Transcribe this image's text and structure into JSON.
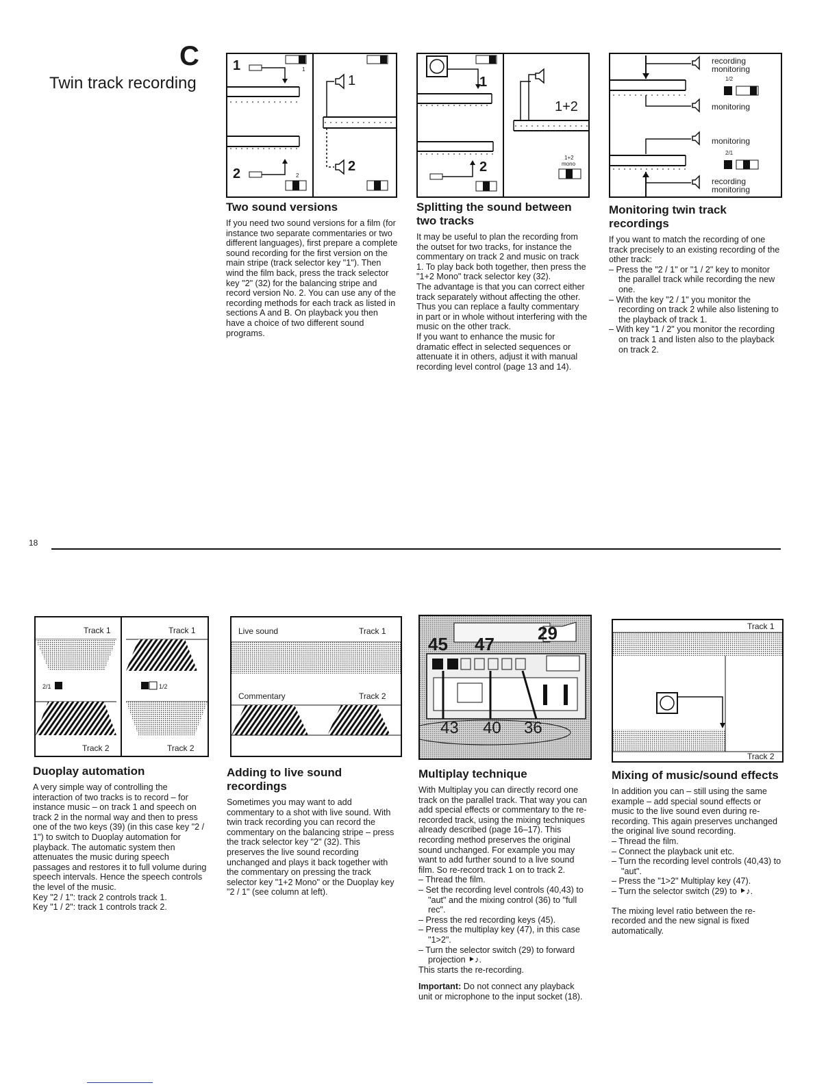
{
  "section": {
    "letter": "C",
    "title": "Twin track recording"
  },
  "page_number": "18",
  "figures": {
    "two_sound": {
      "label_1": "1",
      "label_2": "2",
      "spk_1": "1",
      "spk_2": "2",
      "key_1": "1",
      "key_2": "2"
    },
    "splitting": {
      "label_1": "1",
      "label_2": "2",
      "label_mix": "1+2",
      "mono_1": "1+2",
      "mono_2": "mono"
    },
    "monitoring": {
      "rec_mon_1": "recording",
      "rec_mon_2": "monitoring",
      "key_a": "1/2",
      "mon_a": "monitoring",
      "mon_b": "monitoring",
      "key_b": "2/1",
      "rec_mon_3": "recording",
      "rec_mon_4": "monitoring"
    },
    "duoplay": {
      "track1_a": "Track 1",
      "track1_b": "Track 1",
      "key_a": "2/1",
      "key_b": "1/2",
      "track2_a": "Track 2",
      "track2_b": "Track 2"
    },
    "live": {
      "live_label": "Live sound",
      "track1": "Track 1",
      "comm_label": "Commentary",
      "track2": "Track 2"
    },
    "multiplay": {
      "n45": "45",
      "n47": "47",
      "n29": "29",
      "n43": "43",
      "n40": "40",
      "n36": "36"
    },
    "mixing": {
      "track1": "Track 1",
      "track2": "Track 2"
    }
  },
  "top": {
    "col1": {
      "heading": "Two sound versions",
      "body": "If you need two sound versions for a film (for instance two separate commentaries or two different languages), first prepare a complete sound recording for the first version on the main stripe (track selector key \"1\"). Then wind the film back, press the track selector key \"2\" (32) for the balancing stripe and record version No. 2. You can use any of the recording methods for each track as listed in sections A and B. On playback you then have a choice of two different sound programs."
    },
    "col2": {
      "heading": "Splitting the sound between two tracks",
      "p1": "It may be useful to plan the recording from the outset for two tracks, for instance the commentary on track 2 and music on track 1. To play back both together, then press the \"1+2 Mono\" track selector key (32).",
      "p2": "The advantage is that you can correct either track separately without affecting the other. Thus you can replace a faulty commentary in part or in whole without interfering with the music on the other track.",
      "p3": "If you want to enhance the music for dramatic effect in selected sequences or attenuate it in others, adjust it with manual recording level control (page 13 and 14)."
    },
    "col3": {
      "heading": "Monitoring twin track recordings",
      "intro": "If you want to match the recording of one track precisely to an existing recording of the other track:",
      "items": [
        "Press the \"2 / 1\" or \"1 / 2\" key to monitor the parallel track while recording the new one.",
        "With the key \"2 / 1\" you monitor the recording on track 2 while also listening to the playback of track 1.",
        "With key \"1 / 2\" you monitor the recording on track 1 and listen also to the playback on track 2."
      ]
    }
  },
  "bottom": {
    "col1": {
      "heading": "Duoplay automation",
      "body": "A very simple way of controlling the interaction of two tracks is to record – for instance music – on track 1 and speech on track 2 in the normal way and then to press one of the two keys (39) (in this case key \"2 / 1\") to switch to Duoplay automation for playback. The automatic system then attenuates the music during speech passages and restores it to full volume during speech intervals. Hence the speech controls the level of the music.",
      "key_a": "Key \"2 / 1\": track 2 controls track 1.",
      "key_b": "Key \"1 / 2\": track 1 controls track 2."
    },
    "col2": {
      "heading": "Adding to live sound recordings",
      "body": "Sometimes you may want to add commentary to a shot with live sound. With twin track recording you can record the commentary on the balancing stripe – press the track selector key \"2\" (32). This preserves the live sound recording unchanged and plays it back together with the commentary on pressing the track selector key \"1+2 Mono\" or the Duoplay key \"2 / 1\" (see column at left)."
    },
    "col3": {
      "heading": "Multiplay technique",
      "body": "With Multiplay you can directly record one track on the parallel track. That way you can add special effects or commentary to the re-recorded track, using the mixing techniques already described (page 16–17). This recording method preserves the original sound unchanged. For example you may want to add further sound to a live sound film. So re-record track 1 on to track 2.",
      "items": [
        "Thread the film.",
        "Set the recording level controls (40,43) to \"aut\" and the mixing control (36) to \"full rec\".",
        "Press the red recording keys (45).",
        "Press the multiplay key (47), in this case \"1>2\".",
        "Turn the selector switch (29) to forward projection ⯈♪."
      ],
      "outro": "This starts the re-recording.",
      "important_label": "Important:",
      "important": " Do not connect any playback unit or microphone to the input socket (18)."
    },
    "col4": {
      "heading": "Mixing of music/sound effects",
      "body": "In addition you can – still using the same example – add special sound effects or music to the live sound even during re-recording. This again preserves unchanged the original live sound recording.",
      "items": [
        "Thread the film.",
        "Connect the playback unit etc.",
        "Turn the recording level controls (40,43) to \"aut\".",
        "Press the \"1>2\" Multiplay key (47).",
        "Turn the selector switch (29) to ⯈♪."
      ],
      "outro": "The mixing level ratio between the re-recorded and the new signal is fixed automatically."
    }
  }
}
